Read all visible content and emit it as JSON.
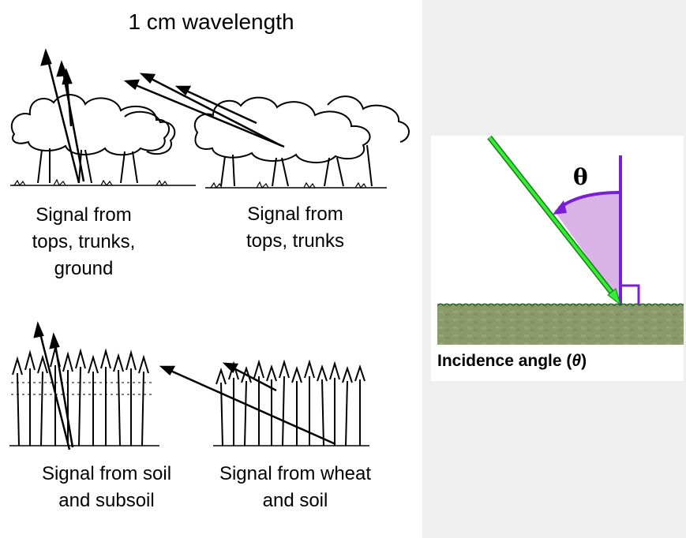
{
  "title": "1 cm wavelength",
  "captions": {
    "forest_left": "Signal from\ntops, trunks,\nground",
    "forest_right": "Signal from\ntops, trunks",
    "wheat_left": "Signal from soil\nand subsoil",
    "wheat_right": "Signal from wheat\nand soil"
  },
  "incidence": {
    "theta_symbol": "θ",
    "label_prefix": "Incidence angle (",
    "label_theta": "θ",
    "label_suffix": ")"
  },
  "colors": {
    "beam": "#22dd22",
    "normal": "#7a1fd6",
    "angle_fill": "#d9b3e6",
    "ground": "#8a9a6a"
  }
}
